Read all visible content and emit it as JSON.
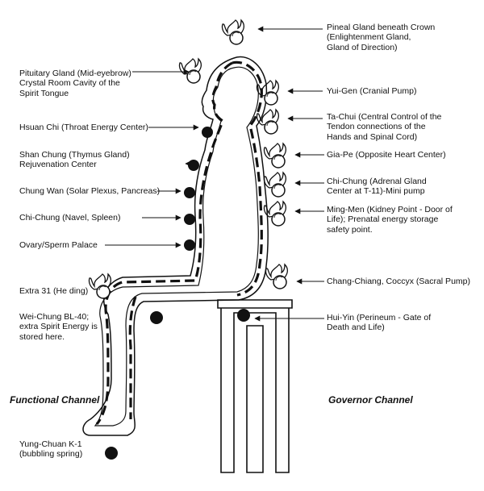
{
  "colors": {
    "ink": "#111111",
    "background": "#ffffff"
  },
  "captions": {
    "left": "Functional Channel",
    "right": "Governor Channel"
  },
  "labels": {
    "pineal": "Pineal Gland beneath Crown\n(Enlightenment Gland,\nGland of Direction)",
    "pituitary": "Pituitary Gland (Mid-eyebrow)\nCrystal Room Cavity of the\nSpirit Tongue",
    "yuigen": "Yui-Gen (Cranial Pump)",
    "tachui": "Ta-Chui (Central Control of the\nTendon connections of the\nHands and Spinal Cord)",
    "hsuanchi": "Hsuan Chi (Throat Energy Center)",
    "shanchung": "Shan Chung (Thymus Gland)\nRejuvenation Center",
    "giape": "Gia-Pe (Opposite Heart Center)",
    "chungwan": "Chung Wan (Solar Plexus, Pancreas)",
    "chichung_adrenal": "Chi-Chung (Adrenal Gland\nCenter at T-11)-Mini pump",
    "chichung_navel": "Chi-Chung (Navel, Spleen)",
    "mingmen": "Ming-Men (Kidney Point - Door of\nLife); Prenatal energy storage\nsafety point.",
    "ovary": "Ovary/Sperm Palace",
    "changchiang": "Chang-Chiang, Coccyx (Sacral Pump)",
    "extra31": "Extra 31 (He ding)",
    "weichung": "Wei-Chung BL-40;\nextra Spirit Energy is\nstored here.",
    "huiyin": "Hui-Yin (Perineum - Gate of\nDeath and Life)",
    "yungchuan": "Yung-Chuan K-1\n(bubbling spring)"
  }
}
